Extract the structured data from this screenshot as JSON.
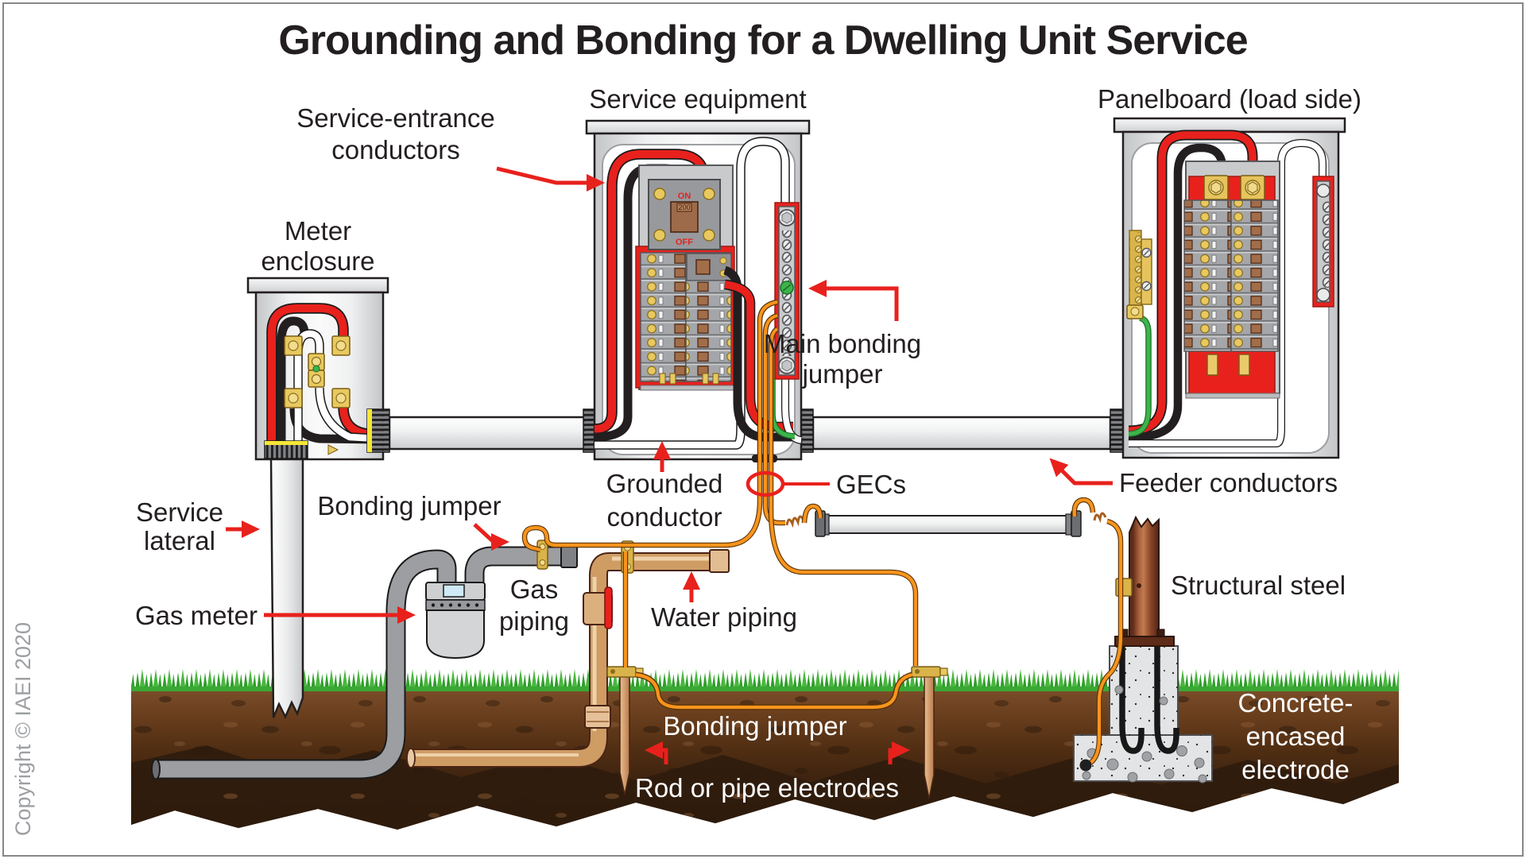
{
  "title": "Grounding and Bonding for a Dwelling Unit Service",
  "copyright": "Copyright © IAEI 2020",
  "labels": {
    "service_equipment": "Service equipment",
    "panelboard": "Panelboard (load side)",
    "service_entrance": [
      "Service-entrance",
      "conductors"
    ],
    "meter_enclosure": [
      "Meter",
      "enclosure"
    ],
    "main_bonding_jumper": [
      "Main bonding",
      "jumper"
    ],
    "gecs": "GECs",
    "grounded_conductor": [
      "Grounded",
      "conductor"
    ],
    "feeder_conductors": "Feeder conductors",
    "service_lateral": [
      "Service",
      "lateral"
    ],
    "bonding_jumper_gas": "Bonding jumper",
    "gas_meter": "Gas meter",
    "gas_piping": [
      "Gas",
      "piping"
    ],
    "water_piping": "Water piping",
    "bonding_jumper_buried": "Bonding jumper",
    "rod_electrodes": "Rod or pipe electrodes",
    "structural_steel": "Structural steel",
    "concrete_electrode": [
      "Concrete-",
      "encased",
      "electrode"
    ]
  },
  "equipment": {
    "main_breaker_on": "ON",
    "main_breaker_off": "OFF",
    "main_breaker_rating": "200"
  },
  "colors": {
    "accent_red": "#e8211d",
    "wire_black": "#231f20",
    "wire_white": "#ffffff",
    "wire_green": "#3cb44a",
    "gec_orange": "#f7941d",
    "copper_pipe": "#d2a06c",
    "gas_pipe_gray": "#9c9ea1",
    "grass_green": "#3aa834",
    "soil_brown": "#5d3517",
    "brass": "#e8c95f",
    "text_dark": "#231f20",
    "text_light": "#ffffff",
    "copyright_gray": "#9d9fa2"
  }
}
